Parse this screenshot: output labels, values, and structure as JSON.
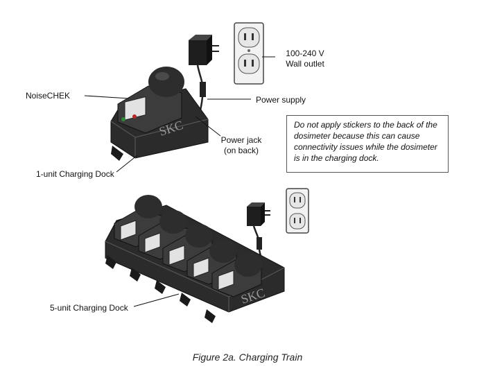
{
  "labels": {
    "voltage": "100-240 V",
    "wall_outlet": "Wall outlet",
    "noisechek": "NoiseCHEK",
    "power_supply": "Power supply",
    "power_jack_1": "Power jack",
    "power_jack_2": "(on back)",
    "one_unit_dock": "1-unit Charging Dock",
    "five_unit_dock": "5-unit Charging Dock"
  },
  "note": "Do not apply stickers to the back of the dosimeter because this can cause connectivity issues while the dosimeter is in the charging dock.",
  "brand_mark": "SKC",
  "caption": "Figure 2a. Charging Train",
  "colors": {
    "device_dark": "#2b2b2b",
    "device_mid": "#4a4a4a",
    "screen": "#e2e2e2",
    "outlet": "#ececec"
  }
}
